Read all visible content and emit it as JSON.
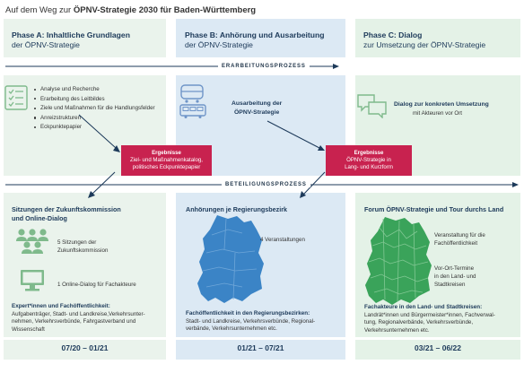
{
  "title_prefix": "Auf dem Weg zur",
  "title_bold": "ÖPNV-Strategie 2030 für Baden-Württemberg",
  "phases": {
    "a": {
      "title": "Phase A: Inhaltliche Grundlagen",
      "subtitle": "der ÖPNV-Strategie"
    },
    "b": {
      "title": "Phase B: Anhörung und Ausarbeitung",
      "subtitle": "der ÖPNV-Strategie"
    },
    "c": {
      "title": "Phase C: Dialog",
      "subtitle": "zur Umsetzung der ÖPNV-Strategie"
    }
  },
  "process_labels": {
    "top": "ERARBEITUNGSPROZESS",
    "bottom": "BETEILIGUNGSPROZESS"
  },
  "phase_a_items": [
    "Analyse und Recherche",
    "Erarbeitung des Leitbildes",
    "Ziele und Maßnahmen für die Handlungsfelder",
    "Anreizstrukturen",
    "Eckpunktepapier"
  ],
  "phase_b_work": [
    "Ausarbeitung der",
    "ÖPNV-Strategie"
  ],
  "phase_c_work": {
    "title": "Dialog zur konkreten Umsetzung",
    "sub": "mit Akteuren vor Ort"
  },
  "results": {
    "one": {
      "title": "Ergebnisse",
      "lines": [
        "Ziel- und Maßnahmenkatalog,",
        "politisches Eckpunktepapier"
      ]
    },
    "two": {
      "title": "Ergebnisse",
      "lines": [
        "ÖPNV-Strategie in",
        "Lang- und Kurzform"
      ]
    }
  },
  "part_a": {
    "title": [
      "Sitzungen der Zukunftskommission",
      "und Online-Dialog"
    ],
    "item1": [
      "5 Sitzungen der",
      "Zukunftskommission"
    ],
    "item2": "1 Online-Dialog für Fachakteure",
    "foot_title": "Expert*innen und Fachöffentlichkeit:",
    "foot_lines": [
      "Aufgabenträger, Stadt- und Landkreise,Verkehrsunter-",
      "nehmen, Verkehrsverbünde, Fahrgastverband und",
      "Wissenschaft"
    ]
  },
  "part_b": {
    "title": "Anhörungen je Regierungsbezirk",
    "item": "4 Veranstaltungen",
    "foot_title": "Fachöffentlichkeit in den Regierungsbezirken:",
    "foot_lines": [
      "Stadt- und Landkreise, Verkehrsverbünde, Regional-",
      "verbände, Verkehrsunternehmen etc."
    ]
  },
  "part_c": {
    "title": "Forum ÖPNV-Strategie und Tour durchs Land",
    "item1": [
      "Veranstaltung für die",
      "Fachöffentlichkeit"
    ],
    "item2": [
      "Vor-Ort-Termine",
      "in den Land- und",
      "Stadtkreisen"
    ],
    "foot_title": "Fachakteure in den Land- und Stadtkreisen:",
    "foot_lines": [
      "Landrät*innen und Bürgermeister*innen, Fachverwal-",
      "tung, Regionalverbände, Verkehrsverbünde,",
      "Verkehrsunternehmen etc."
    ]
  },
  "dates": {
    "a": "07/20 – 01/21",
    "b": "01/21 – 07/21",
    "c": "03/21 – 06/22"
  },
  "colors": {
    "magenta": "#c8224f",
    "navy": "#1d3a5a",
    "green_icon": "#7fba8c",
    "blue_icon": "#6f95c8",
    "map_blue": "#3b84c6",
    "map_green": "#3aa35a"
  }
}
